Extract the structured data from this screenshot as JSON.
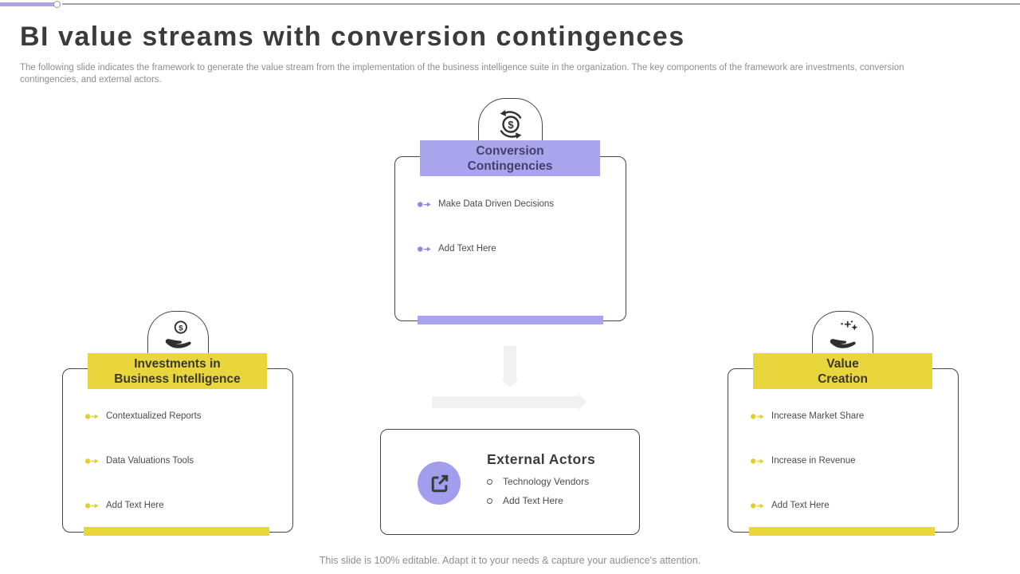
{
  "slide": {
    "title": "BI value streams with conversion contingences",
    "subtitle": "The following slide indicates the framework to generate the value stream from the implementation of the business intelligence suite in the organization. The key components of the framework are investments, conversion contingencies, and external actors.",
    "footer": "This slide is 100% editable. Adapt it to your needs & capture your audience's attention."
  },
  "colors": {
    "accent_purple": "#a9a4ec",
    "accent_yellow": "#e9d63c",
    "purple_band_text": "#45406b",
    "yellow_band_text": "#3b392c",
    "outline": "#454545",
    "body_text": "#4c4c4c",
    "muted_text": "#8e8e8e",
    "arrow_gray": "#f1f0f3"
  },
  "cards": {
    "conversion": {
      "icon": "currency-conversion-icon",
      "title_line1": "Conversion",
      "title_line2": "Contingencies",
      "items": [
        "Make Data Driven Decisions",
        "Add Text Here"
      ]
    },
    "investments": {
      "icon": "hand-coin-icon",
      "title_line1": "Investments in",
      "title_line2": "Business Intelligence",
      "items": [
        "Contextualized Reports",
        "Data Valuations Tools",
        "Add Text Here"
      ]
    },
    "value_creation": {
      "icon": "hand-sparkle-icon",
      "title_line1": "Value",
      "title_line2": "Creation",
      "items": [
        "Increase Market Share",
        "Increase in Revenue",
        "Add Text Here"
      ]
    }
  },
  "external_actors": {
    "icon": "external-link-icon",
    "title": "External Actors",
    "items": [
      "Technology Vendors",
      "Add Text Here"
    ]
  }
}
